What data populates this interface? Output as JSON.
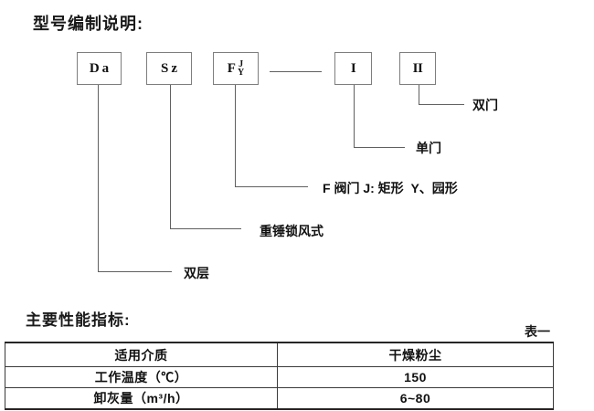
{
  "diagram": {
    "title": "型号编制说明:",
    "boxes": {
      "da": "Da",
      "sz": "Sz",
      "f": "F",
      "f_top": "J",
      "f_bottom": "Y",
      "one": "I",
      "two": "II"
    },
    "labels": {
      "double_door": "双门",
      "single_door": "单门",
      "valve_types": "F 阀门 J: 矩形  Y、园形",
      "hammer_lock": "重锤锁风式",
      "double_layer": "双层"
    }
  },
  "performance": {
    "title": "主要性能指标:",
    "table_caption": "表一",
    "table": {
      "rows": [
        {
          "name": "适用介质",
          "value": "干燥粉尘"
        },
        {
          "name": "工作温度（℃）",
          "value": "150"
        },
        {
          "name": "卸灰量（m³/h）",
          "value": "6~80"
        }
      ]
    }
  }
}
